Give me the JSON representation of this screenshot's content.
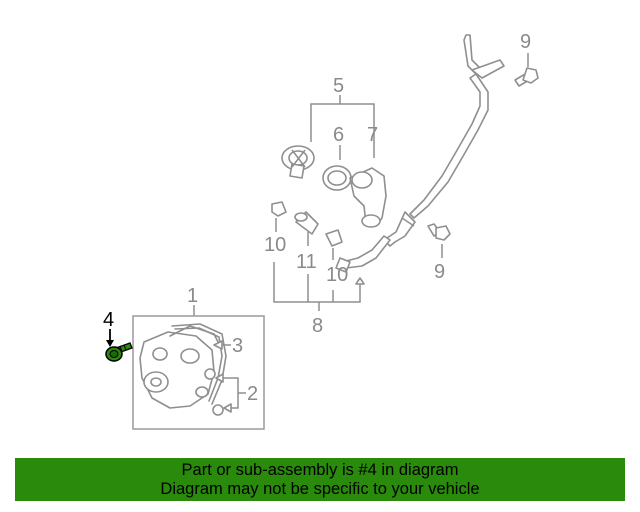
{
  "diagram": {
    "callouts": {
      "c1": "1",
      "c2": "2",
      "c3": "3",
      "c4": "4",
      "c5": "5",
      "c6": "6",
      "c7": "7",
      "c8": "8",
      "c9_top": "9",
      "c9_mid": "9",
      "c10_left": "10",
      "c10_mid": "10",
      "c11": "11"
    },
    "highlight_color": "#2a8a0c"
  },
  "footer": {
    "line1": "Part or sub-assembly is #4 in diagram",
    "line2": "Diagram may not be specific to your vehicle",
    "background_color": "#2a8a0c"
  }
}
